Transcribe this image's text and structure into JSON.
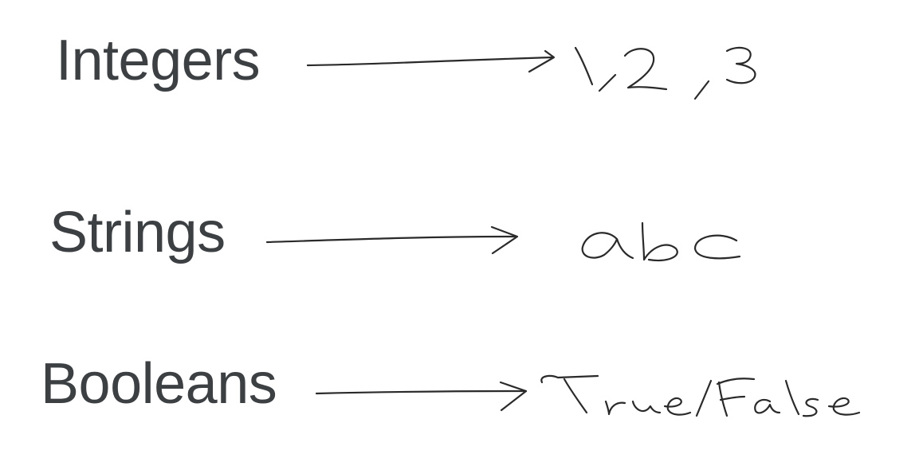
{
  "rows": [
    {
      "term": "Integers",
      "example": "1, 2, 3"
    },
    {
      "term": "Strings",
      "example": "abc"
    },
    {
      "term": "Booleans",
      "example": "True/False"
    }
  ],
  "colors": {
    "background": "#ffffff",
    "term_text": "#3c4043",
    "handwriting_ink": "#2a2a2a"
  }
}
